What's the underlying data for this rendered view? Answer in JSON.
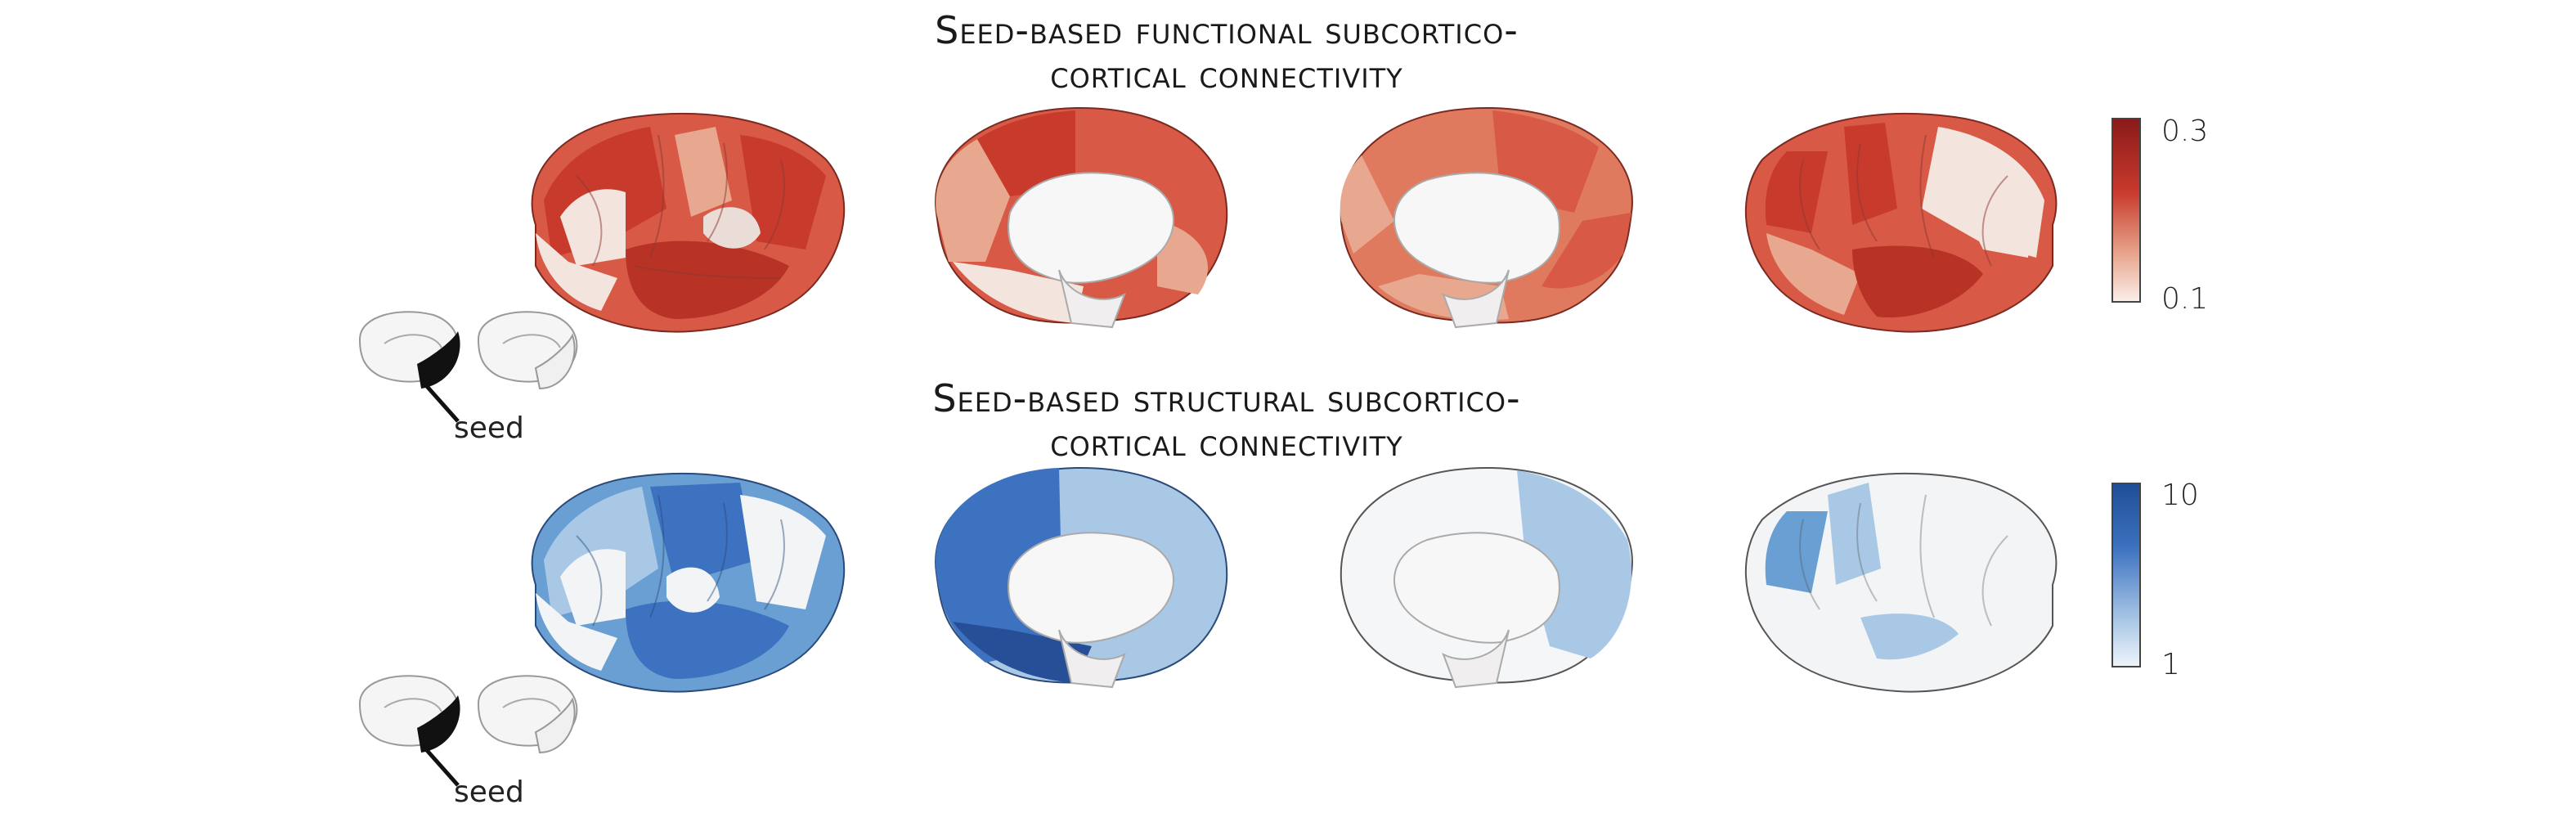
{
  "panels": [
    {
      "title_line1": "Seed-based functional subcortico-",
      "title_line2": "cortical connectivity",
      "colorbar": {
        "max_label": "0.3",
        "min_label": "0.1",
        "low_color": "#fbeee8",
        "high_color": "#8b1a1a"
      }
    },
    {
      "title_line1": "Seed-based structural subcortico-",
      "title_line2": "cortical connectivity",
      "colorbar": {
        "max_label": "10",
        "min_label": "1",
        "low_color": "#eef3fb",
        "high_color": "#1f4e96"
      }
    }
  ],
  "seed_label": "seed",
  "colors": {
    "functional_shades": [
      "#f4e4de",
      "#e8a890",
      "#d85a46",
      "#c83a2c",
      "#a82820"
    ],
    "structural_shades": [
      "#f2f4f6",
      "#a9c8e6",
      "#6a9fd4",
      "#3d72c0",
      "#274f98"
    ]
  }
}
